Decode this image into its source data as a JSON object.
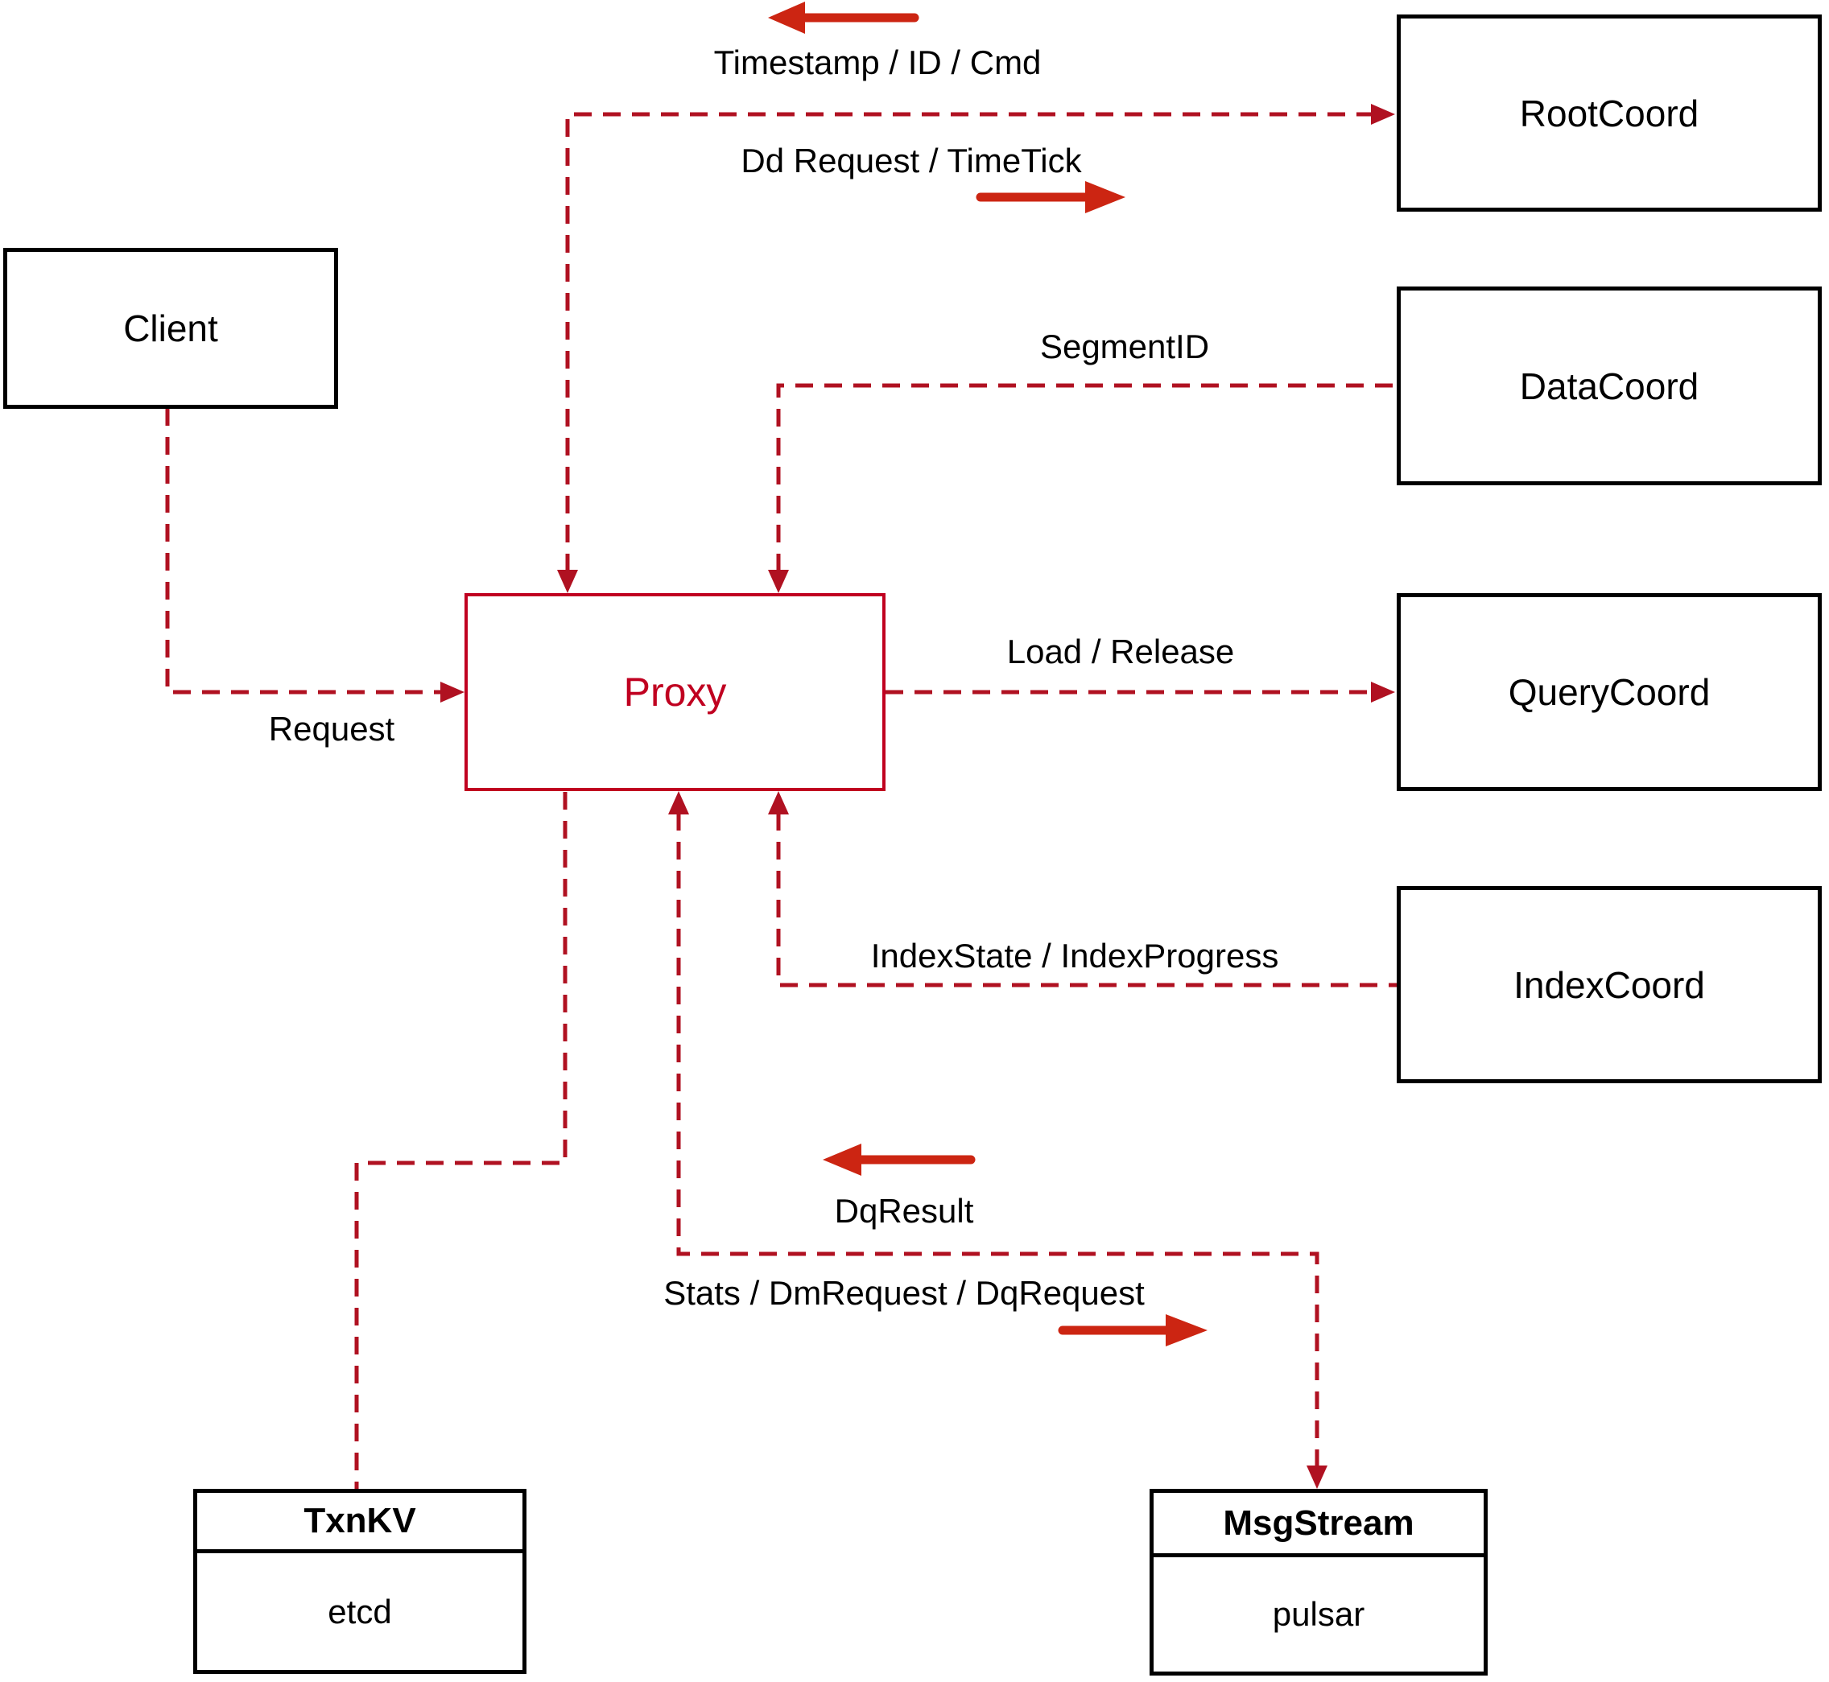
{
  "nodes": {
    "client": {
      "label": "Client"
    },
    "proxy": {
      "label": "Proxy"
    },
    "root_coord": {
      "label": "RootCoord"
    },
    "data_coord": {
      "label": "DataCoord"
    },
    "query_coord": {
      "label": "QueryCoord"
    },
    "index_coord": {
      "label": "IndexCoord"
    },
    "txn_kv": {
      "title": "TxnKV",
      "impl": "etcd"
    },
    "msg_stream": {
      "title": "MsgStream",
      "impl": "pulsar"
    }
  },
  "edge_labels": {
    "timestamp": "Timestamp / ID / Cmd",
    "dd_request": "Dd Request / TimeTick",
    "segment_id": "SegmentID",
    "load_release": "Load / Release",
    "index_state": "IndexState / IndexProgress",
    "request": "Request",
    "dq_result": "DqResult",
    "stats": "Stats / DmRequest / DqRequest"
  },
  "colors": {
    "dashed_line": "#b01121",
    "solid_arrow": "#cc2512",
    "proxy_accent": "#c00020",
    "box_border": "#000000",
    "text": "#000000",
    "background": "#ffffff"
  }
}
